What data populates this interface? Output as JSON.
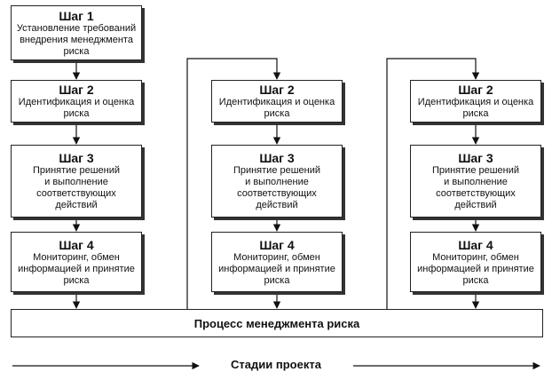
{
  "columns": [
    {
      "steps": [
        {
          "title": "Шаг 1",
          "text": [
            "Установление требований",
            "внедрения менеджмента",
            "риска"
          ]
        },
        {
          "title": "Шаг 2",
          "text": [
            "Идентификация и оценка",
            "риска"
          ]
        },
        {
          "title": "Шаг 3",
          "text": [
            "Принятие решений",
            "и выполнение",
            "соответствующих",
            "действий"
          ]
        },
        {
          "title": "Шаг 4",
          "text": [
            "Мониторинг, обмен",
            "информацией и принятие",
            "риска"
          ]
        }
      ]
    },
    {
      "steps": [
        {
          "title": "Шаг 2",
          "text": [
            "Идентификация и оценка",
            "риска"
          ]
        },
        {
          "title": "Шаг 3",
          "text": [
            "Принятие решений",
            "и выполнение",
            "соответствующих",
            "действий"
          ]
        },
        {
          "title": "Шаг 4",
          "text": [
            "Мониторинг, обмен",
            "информацией и принятие",
            "риска"
          ]
        }
      ]
    },
    {
      "steps": [
        {
          "title": "Шаг 2",
          "text": [
            "Идентификация и оценка",
            "риска"
          ]
        },
        {
          "title": "Шаг 3",
          "text": [
            "Принятие решений",
            "и выполнение",
            "соответствующих",
            "действий"
          ]
        },
        {
          "title": "Шаг 4",
          "text": [
            "Мониторинг, обмен",
            "информацией и принятие",
            "риска"
          ]
        }
      ]
    }
  ],
  "process_label": "Процесс менеджмента риска",
  "stages_label": "Стадии проекта"
}
